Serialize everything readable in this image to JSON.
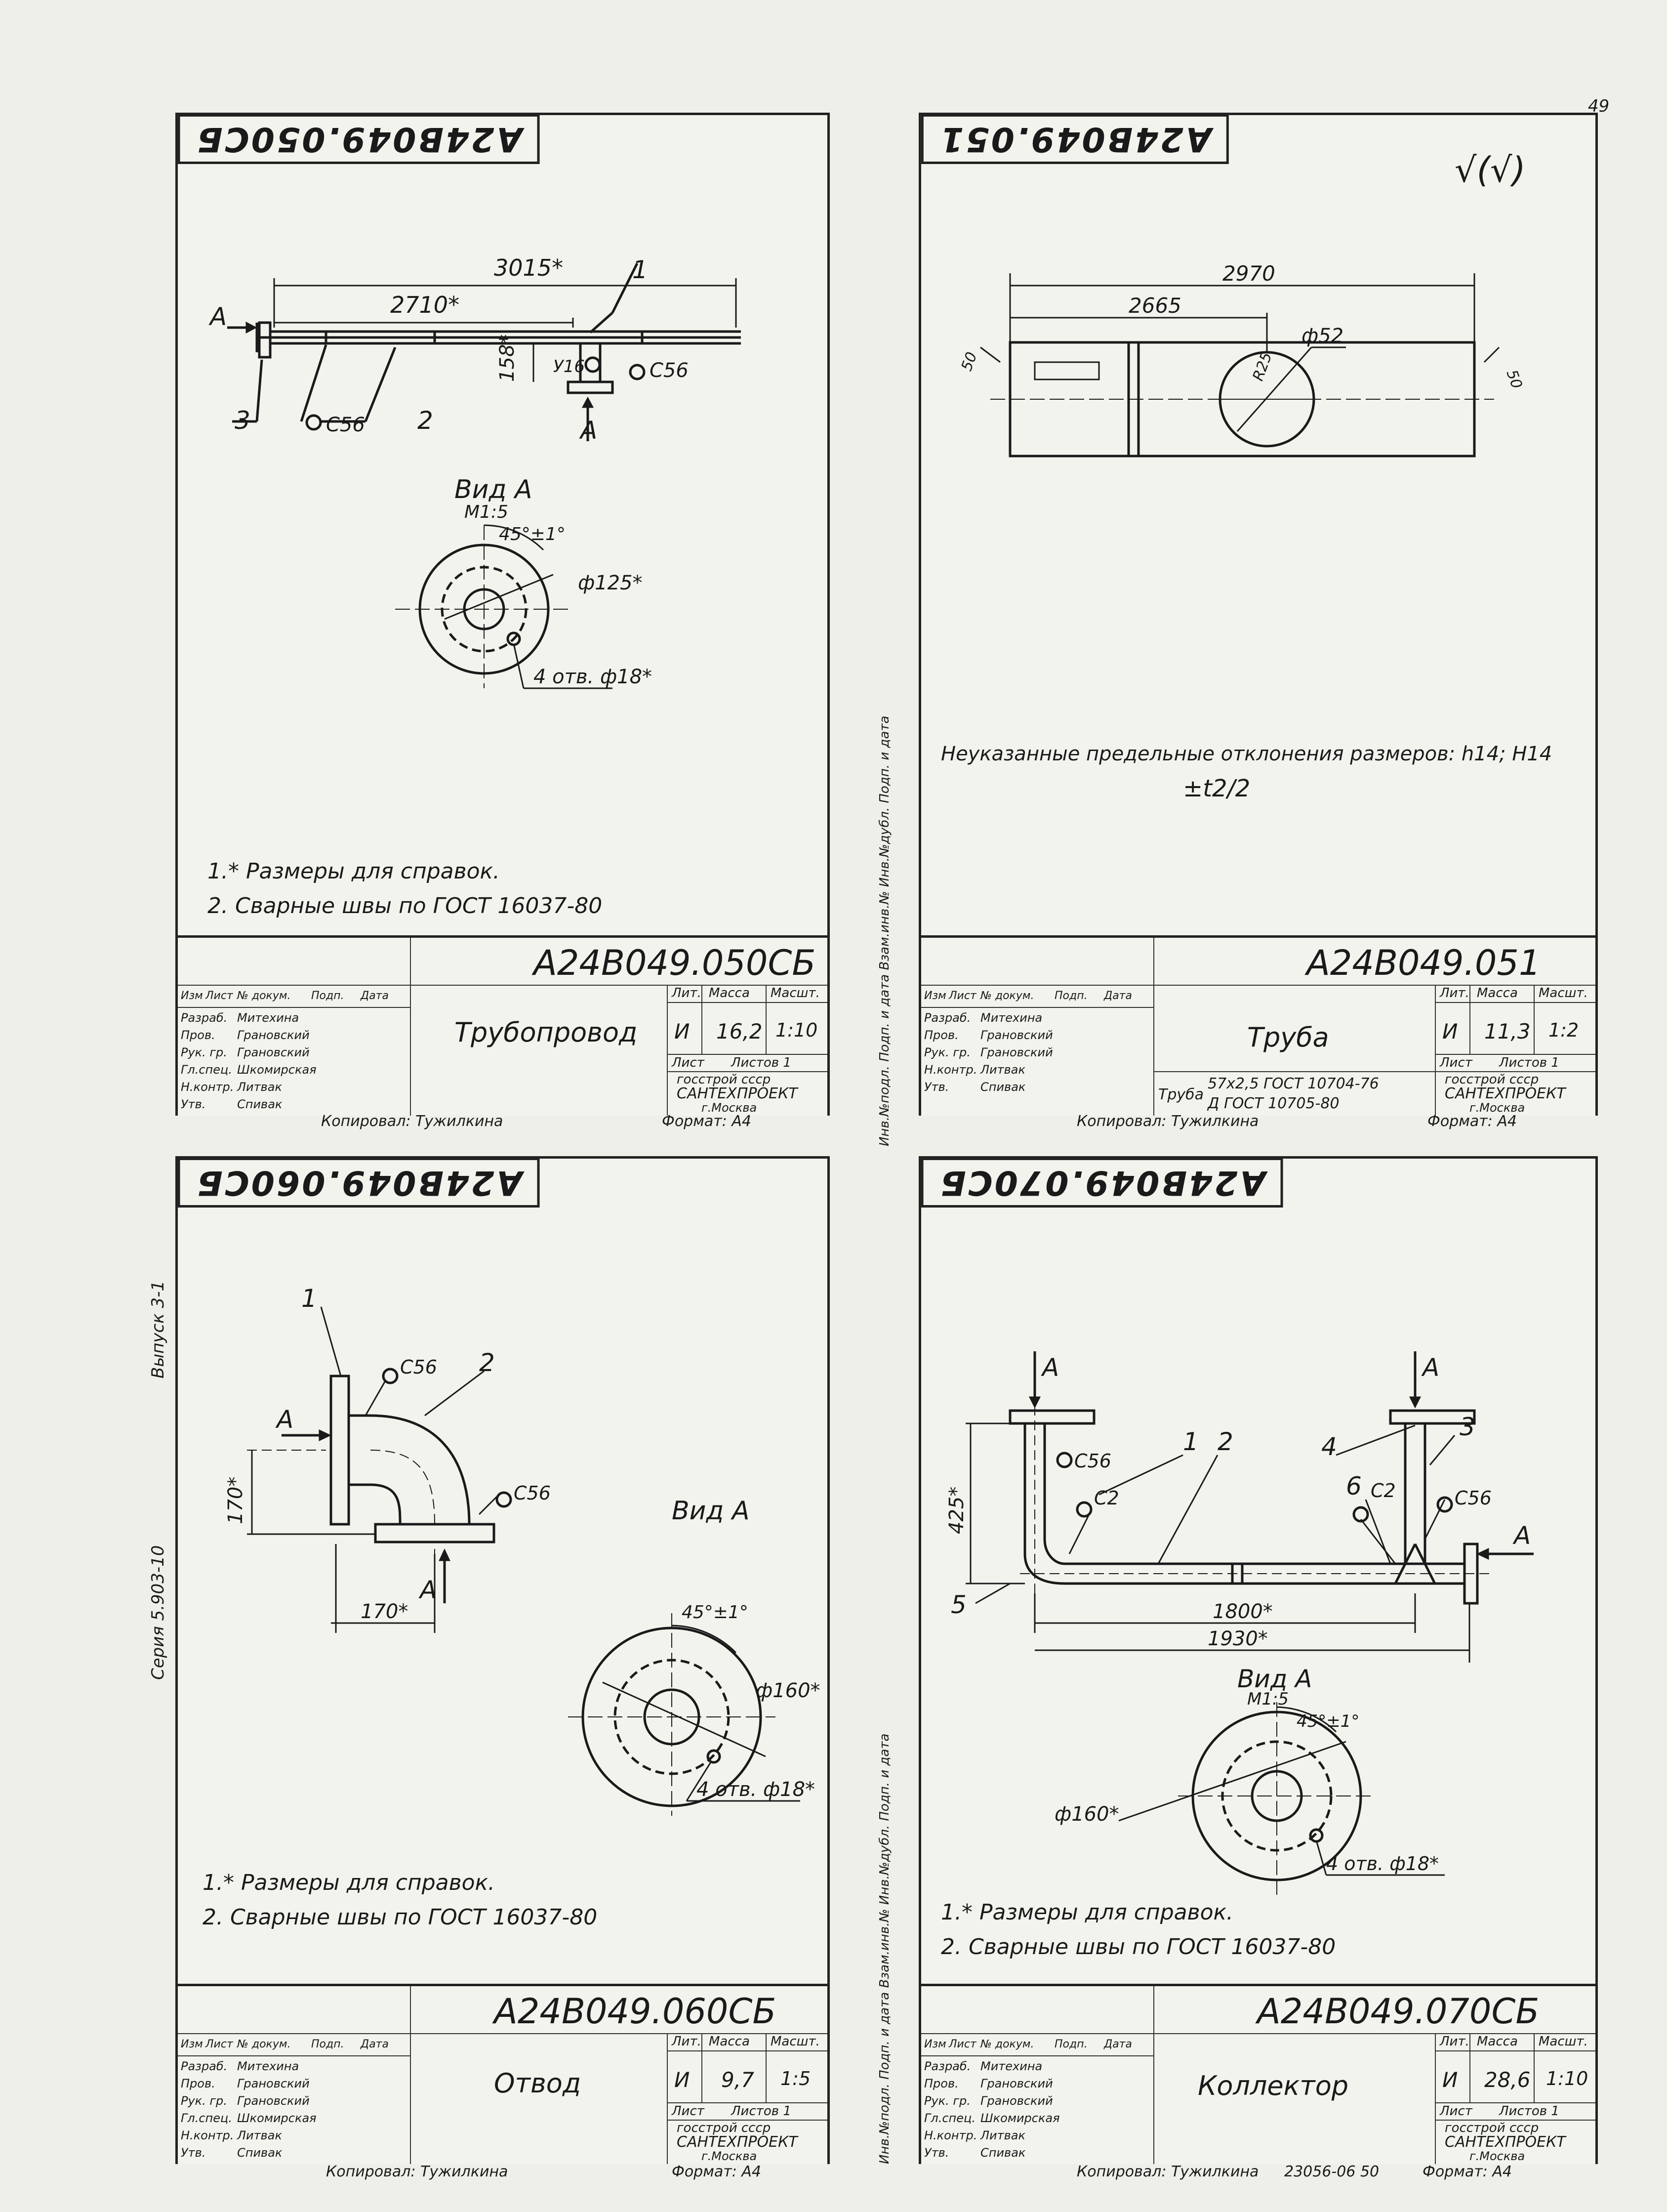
{
  "sheet_number": "49",
  "side_stamps": {
    "series": "Серия 5.903-10",
    "issue": "Выпуск 3-1",
    "strip_upper": "Инв.№подл.  Подп. и дата  Взам.инв.№  Инв.№дубл.  Подп. и дата",
    "strip_lower": "Инв.№подл.  Подп. и дата  Взам.инв.№  Инв.№дубл.  Подп. и дата"
  },
  "title_block_common": {
    "col_headers": [
      "Изм",
      "Лист",
      "№ докум.",
      "Подп.",
      "Дата"
    ],
    "roles": [
      "Разраб.",
      "Пров.",
      "Рук. гр.",
      "Гл.спец.",
      "Н.контр.",
      "Утв."
    ],
    "names": [
      "Митехина",
      "Грановский",
      "Грановский",
      "Шкомирская",
      "Литвак",
      "Спивак"
    ],
    "hdr_lit": "Лит.",
    "hdr_mass": "Масса",
    "hdr_scale": "Масшт.",
    "lit_value": "И",
    "sheet_label": "Лист",
    "sheets_label": "Листов 1",
    "org1": "госстрой ссср",
    "org2": "САНТЕХПРОЕКТ",
    "org3": "г.Москва",
    "copied": "Копировал: Тужилкина",
    "format": "Формат: А4"
  },
  "sheets": {
    "tl": {
      "code": "А24В049.050СБ",
      "title": "Трубопровод",
      "mass": "16,2",
      "scale": "1:10",
      "note1": "1.* Размеры для справок.",
      "note2": "2. Сварные швы по ГОСТ 16037-80",
      "dims": {
        "d3015": "3015*",
        "d2710": "2710*",
        "d158": "158*",
        "y16": "У16",
        "c56a": "С56",
        "c56b": "С56",
        "lbl1": "1",
        "lbl2": "2",
        "lbl3": "3",
        "arrA1": "А",
        "arrA2": "А",
        "vid": "Вид А",
        "vid_scale": "М1:5",
        "angle": "45°±1°",
        "phi": "ф125*",
        "holes": "4 отв. ф18*"
      }
    },
    "tr": {
      "code": "А24В049.051",
      "title": "Труба",
      "mass": "11,3",
      "scale": "1:2",
      "note1": "Неуказанные предельные отклонения размеров: h14; H14",
      "note2": "±t2/2",
      "roughness": "√(√)",
      "material_label": "Труба",
      "material1": "57х2,5 ГОСТ 10704-76",
      "material2": "Д ГОСТ 10705-80",
      "dims": {
        "d2970": "2970",
        "d2665": "2665",
        "phi52": "ф52",
        "r25": "R25",
        "a50l": "50",
        "a50r": "50"
      }
    },
    "bl": {
      "code": "А24В049.060СБ",
      "title": "Отвод",
      "mass": "9,7",
      "scale": "1:5",
      "note1": "1.* Размеры для справок.",
      "note2": "2. Сварные швы по ГОСТ 16037-80",
      "dims": {
        "lbl1": "1",
        "lbl2": "2",
        "c56a": "С56",
        "c56b": "С56",
        "arrA1": "А",
        "arrA2": "А",
        "d170v": "170*",
        "d170h": "170*",
        "vid": "Вид А",
        "angle": "45°±1°",
        "phi": "ф160*",
        "holes": "4 отв. ф18*"
      }
    },
    "br": {
      "code": "А24В049.070СБ",
      "title": "Коллектор",
      "mass": "28,6",
      "scale": "1:10",
      "note1": "1.* Размеры для справок.",
      "note2": "2. Сварные швы по ГОСТ 16037-80",
      "dims": {
        "lbl1": "1",
        "lbl2": "2",
        "lbl3": "3",
        "lbl4": "4",
        "lbl5": "5",
        "lbl6": "6",
        "c56a": "С56",
        "c56b": "С56",
        "c2a": "С2",
        "c2b": "С2",
        "arrA1": "А",
        "arrA2": "А",
        "arrA3": "А",
        "d425": "425*",
        "d1800": "1800*",
        "d1930": "1930*",
        "vid": "Вид А",
        "vid_scale": "М1:5",
        "angle": "45°±1°",
        "phi": "ф160*",
        "holes": "4 отв. ф18*"
      },
      "below_note": "23056-06   50"
    }
  }
}
